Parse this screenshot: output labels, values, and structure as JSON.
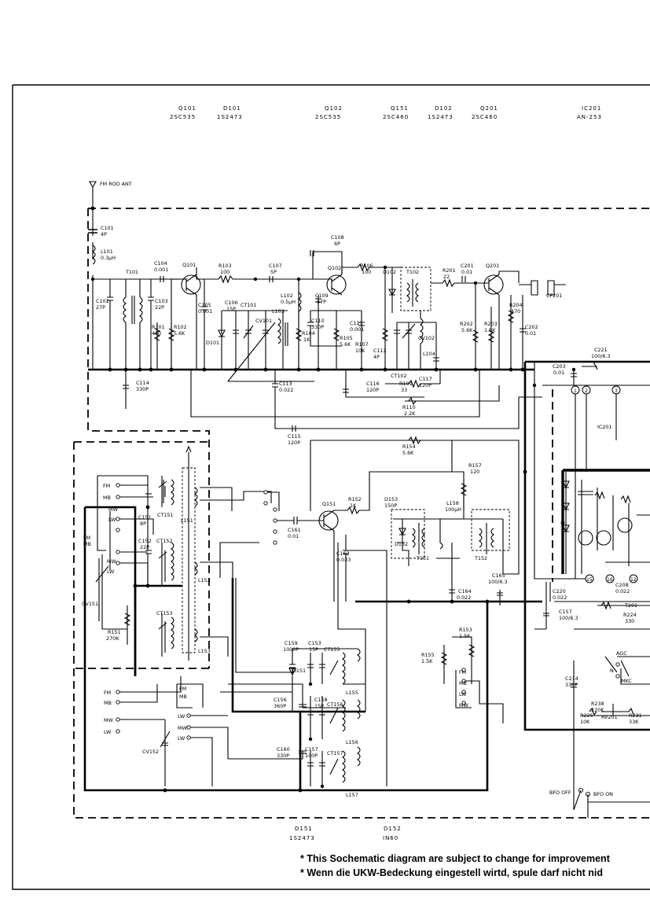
{
  "top_labels": {
    "q101": {
      "ref": "Q101",
      "part": "2SC535"
    },
    "d101": {
      "ref": "D101",
      "part": "1S2473"
    },
    "q102": {
      "ref": "Q102",
      "part": "2SC535"
    },
    "q151": {
      "ref": "Q151",
      "part": "2SC460"
    },
    "d102": {
      "ref": "D102",
      "part": "1S2473"
    },
    "q201": {
      "ref": "Q201",
      "part": "2SC460"
    },
    "ic201": {
      "ref": "IC201",
      "part": "AN-253"
    }
  },
  "antenna": "FM ROD ANT",
  "fm_section": {
    "c101": [
      "C101",
      "4P"
    ],
    "l101": [
      "L101",
      "0.3µH"
    ],
    "t101": "T101",
    "c102": [
      "C102",
      "27P"
    ],
    "c103": [
      "C103",
      "22P"
    ],
    "c104": [
      "C104",
      "0.001"
    ],
    "r101": [
      "R101",
      "470"
    ],
    "r102": [
      "R102",
      "5.6K"
    ],
    "q101": "Q101",
    "r103": [
      "R103",
      "100"
    ],
    "c105": [
      "C105",
      "0.001"
    ],
    "d101": "D101",
    "c106": [
      "C106",
      "15P"
    ],
    "ct101": "CT101",
    "cv101": "CV101",
    "l103": "L103",
    "c107": [
      "C107",
      "5P"
    ],
    "l102": [
      "L102",
      "0.5µH"
    ],
    "c108": [
      "C108",
      "6P"
    ],
    "q102": "Q102",
    "c109": [
      "C109",
      "47P"
    ],
    "c110": [
      "C110",
      "330P"
    ],
    "r104": [
      "R104",
      "1K"
    ],
    "r105": [
      "R105",
      "5.6K"
    ],
    "c111": [
      "C111",
      "0.001"
    ],
    "r106": [
      "R106",
      "100"
    ],
    "d102": "D102",
    "t102": "T102",
    "r107": [
      "R107",
      "10K"
    ],
    "c112": [
      "C112",
      "4P"
    ],
    "cv102": "CV102",
    "l104": "L104",
    "ct102": "CT102",
    "c113": [
      "C113",
      "0.022"
    ],
    "c114": [
      "C114",
      "330P"
    ],
    "c116": [
      "C116",
      "120P"
    ],
    "r109": [
      "R109",
      "33"
    ],
    "c117": [
      "C117",
      "120P"
    ],
    "r201": [
      "R201",
      "22"
    ],
    "c201": [
      "C201",
      "0.01"
    ],
    "q201": "Q201",
    "r202": [
      "R202",
      "5.6K"
    ],
    "r203": [
      "R203",
      "1.5K"
    ],
    "r204": [
      "R204",
      "470"
    ],
    "c202": [
      "C202",
      "0.01"
    ],
    "cf201": "CF201",
    "c221": [
      "C221",
      "100/6.3"
    ],
    "c203": [
      "C203",
      "0.01"
    ],
    "r110": [
      "R110",
      "2.2K"
    ],
    "c115": [
      "C115",
      "120P"
    ],
    "r154": [
      "R154",
      "5.6K"
    ],
    "ic201": "IC201"
  },
  "am_section": {
    "band_labels": [
      "FM",
      "MB",
      "LW",
      "MW"
    ],
    "c151": [
      "C151",
      "8P"
    ],
    "ct151": "CT151",
    "l151": "L151",
    "c152": [
      "C152",
      "22P"
    ],
    "ct152": "CT152",
    "l152": "L152",
    "ct153": "CT153",
    "l153": "L153",
    "cv151": "CV151",
    "r151": [
      "R151",
      "270K"
    ],
    "q151": "Q151",
    "r152": [
      "R152",
      "1K"
    ],
    "c161": [
      "C161",
      "0.01"
    ],
    "c162": [
      "C162",
      "0.033"
    ],
    "d153": [
      "D153",
      "150P"
    ],
    "d152": "D152",
    "t151": "T151",
    "l158": [
      "L158",
      "100µH"
    ],
    "t152": "T152",
    "r157": [
      "R157",
      "120"
    ],
    "c164": [
      "C164",
      "0.022"
    ],
    "c165": [
      "C165",
      "100/6.3"
    ],
    "c220": [
      "C220",
      "0.022"
    ],
    "c157b": [
      "C157",
      "100/6.3"
    ],
    "c208": [
      "C208",
      "0.022"
    ],
    "t201": "T201",
    "r224": [
      "R224",
      "330"
    ],
    "r153": [
      "R153",
      "1.5K"
    ],
    "r155": [
      "R155",
      "1.5K"
    ],
    "c159": [
      "C159",
      "1000P"
    ],
    "c153": [
      "C153",
      "15P"
    ],
    "ct155": "CT155",
    "d151": "D151",
    "l155": "L155",
    "c156": [
      "C156",
      "360P"
    ],
    "c158": [
      "C158",
      "15P"
    ],
    "ct156": "CT156",
    "l156": "L156",
    "c160": [
      "C160",
      "330P"
    ],
    "c157": [
      "C157",
      "100P"
    ],
    "ct157": "CT157",
    "l157": "L157",
    "cv152": "CV152",
    "c214": [
      "C214",
      "330P"
    ],
    "r238": [
      "R238",
      "220K"
    ],
    "rv201": "RV201",
    "r231": [
      "R231",
      "33K"
    ],
    "r225": [
      "R225",
      "10K"
    ],
    "agc": "AGC",
    "mkc": "MKC",
    "n": "N",
    "bfo_off": "BFO OFF",
    "bfo_on": "BFO ON",
    "pins": [
      "1",
      "2",
      "3",
      "15",
      "16",
      "12"
    ]
  },
  "bottom_labels": {
    "d151": {
      "ref": "D151",
      "part": "1S2473"
    },
    "d152": {
      "ref": "D152",
      "part": "IN60"
    }
  },
  "notes": [
    "* This Sochematic diagram are subject to change for improvement",
    "* Wenn die UKW-Bedeckung eingestell wirtd, spule darf nicht  nid"
  ]
}
